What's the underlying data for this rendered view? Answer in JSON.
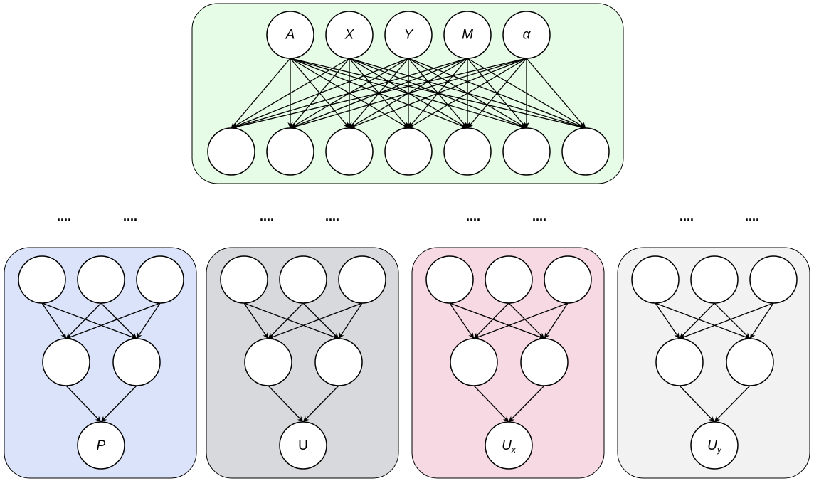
{
  "top_network": {
    "fill": "#e6fce6",
    "input_labels": [
      "A",
      "X",
      "Y",
      "M",
      "α"
    ],
    "hidden_count": 7
  },
  "ellipsis": "....",
  "sub_networks": [
    {
      "output_label": "P",
      "output_sub": "",
      "italic": true,
      "fill": "#dae3f9"
    },
    {
      "output_label": "U",
      "output_sub": "",
      "italic": false,
      "fill": "#d8d9dc"
    },
    {
      "output_label": "U",
      "output_sub": "x",
      "italic": true,
      "fill": "#f6d9e3"
    },
    {
      "output_label": "U",
      "output_sub": "y",
      "italic": true,
      "fill": "#f2f2f2"
    }
  ]
}
